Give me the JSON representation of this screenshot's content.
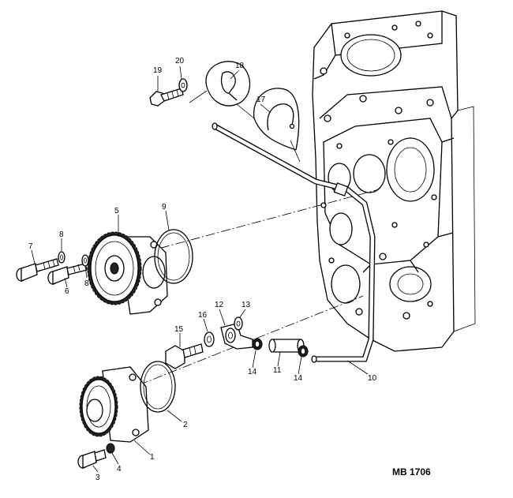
{
  "figure": {
    "reference": "MB 1706",
    "callouts": [
      {
        "id": "c1",
        "label": "1"
      },
      {
        "id": "c2",
        "label": "2"
      },
      {
        "id": "c3",
        "label": "3"
      },
      {
        "id": "c4",
        "label": "4"
      },
      {
        "id": "c5",
        "label": "5"
      },
      {
        "id": "c6",
        "label": "6"
      },
      {
        "id": "c7",
        "label": "7"
      },
      {
        "id": "c8a",
        "label": "8"
      },
      {
        "id": "c8b",
        "label": "8"
      },
      {
        "id": "c9",
        "label": "9"
      },
      {
        "id": "c10",
        "label": "10"
      },
      {
        "id": "c11",
        "label": "11"
      },
      {
        "id": "c12",
        "label": "12"
      },
      {
        "id": "c13",
        "label": "13"
      },
      {
        "id": "c14a",
        "label": "14"
      },
      {
        "id": "c14b",
        "label": "14"
      },
      {
        "id": "c15",
        "label": "15"
      },
      {
        "id": "c16",
        "label": "16"
      },
      {
        "id": "c17",
        "label": "17"
      },
      {
        "id": "c18",
        "label": "18"
      },
      {
        "id": "c19",
        "label": "19"
      },
      {
        "id": "c20",
        "label": "20"
      }
    ]
  }
}
